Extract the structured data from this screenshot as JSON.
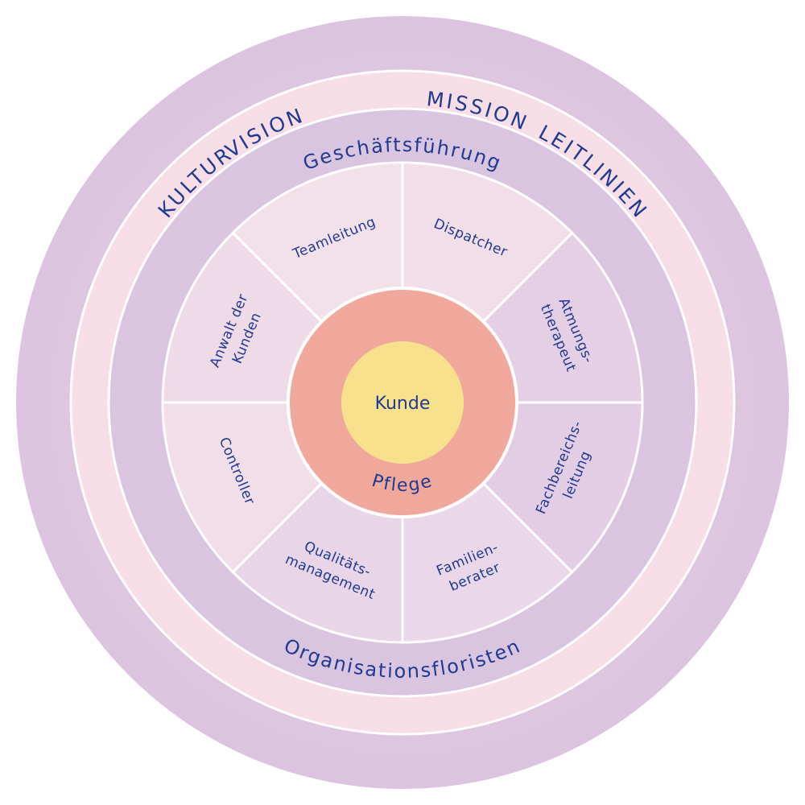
{
  "outer_ring": {
    "vision": "VISION",
    "mission": "MISSION",
    "leitlinien": "LEITLINIEN",
    "kultur": "KULTUR"
  },
  "management_ring": {
    "top": "Geschäftsführung",
    "bottom": "Organisationsfloristen"
  },
  "roles": [
    [
      "Teamleitung"
    ],
    [
      "Dispatcher"
    ],
    [
      "Atmungs-",
      "therapeut"
    ],
    [
      "Fachbereichs-",
      "leitung"
    ],
    [
      "Familien-",
      "berater"
    ],
    [
      "Qualitäts-",
      "management"
    ],
    [
      "Controller"
    ],
    [
      "Anwalt der",
      "Kunden"
    ]
  ],
  "care_ring": {
    "label": "Pflege"
  },
  "center": {
    "label": "Kunde"
  },
  "colors": {
    "outer_ring": "#e8cfe3",
    "management_ring": "#f7dde5",
    "role_ring": "#dbc6e2",
    "segment": "#f1dde8",
    "care_ring": "#f0a79a",
    "center": "#f7e08a",
    "text": "#1f3a8f",
    "separator": "#ffffff"
  }
}
